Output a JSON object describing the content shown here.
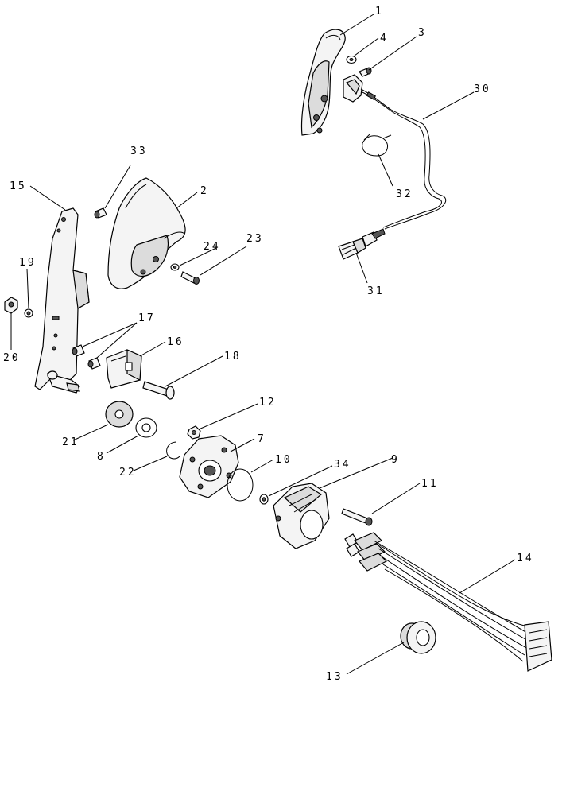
{
  "callouts": [
    {
      "id": "c1",
      "label": "1"
    },
    {
      "id": "c2",
      "label": "2"
    },
    {
      "id": "c3",
      "label": "3"
    },
    {
      "id": "c4",
      "label": "4"
    },
    {
      "id": "c7",
      "label": "7"
    },
    {
      "id": "c8",
      "label": "8"
    },
    {
      "id": "c9",
      "label": "9"
    },
    {
      "id": "c10",
      "label": "10"
    },
    {
      "id": "c11",
      "label": "11"
    },
    {
      "id": "c12",
      "label": "12"
    },
    {
      "id": "c13",
      "label": "13"
    },
    {
      "id": "c14",
      "label": "14"
    },
    {
      "id": "c15",
      "label": "15"
    },
    {
      "id": "c16",
      "label": "16"
    },
    {
      "id": "c17",
      "label": "17"
    },
    {
      "id": "c18",
      "label": "18"
    },
    {
      "id": "c19",
      "label": "19"
    },
    {
      "id": "c20",
      "label": "20"
    },
    {
      "id": "c21",
      "label": "21"
    },
    {
      "id": "c22",
      "label": "22"
    },
    {
      "id": "c23",
      "label": "23"
    },
    {
      "id": "c24",
      "label": "24"
    },
    {
      "id": "c30",
      "label": "30"
    },
    {
      "id": "c31",
      "label": "31"
    },
    {
      "id": "c32",
      "label": "32"
    },
    {
      "id": "c33",
      "label": "33"
    },
    {
      "id": "c34",
      "label": "34"
    }
  ]
}
